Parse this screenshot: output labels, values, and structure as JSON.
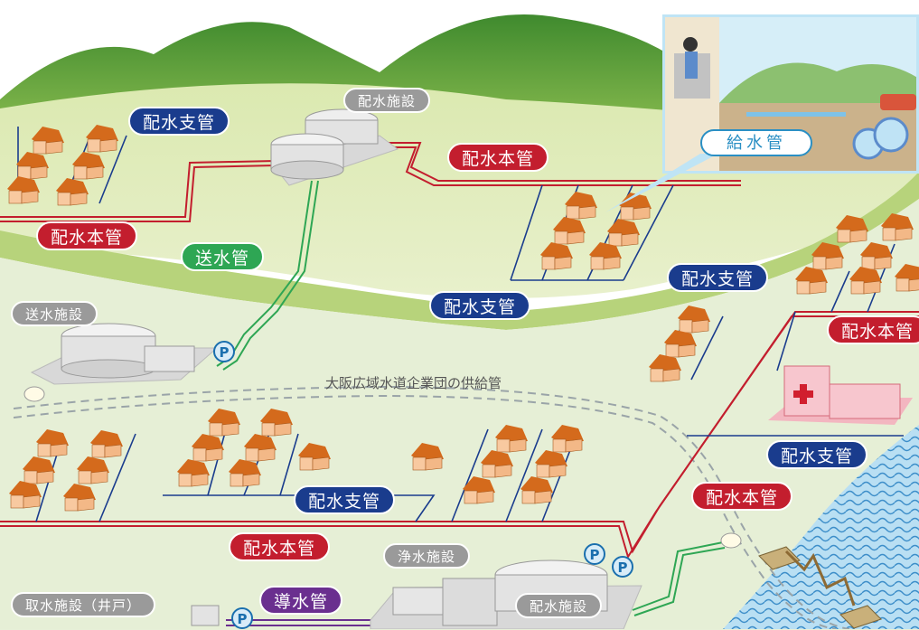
{
  "labels": {
    "haisui_shikan_1": "配水支管",
    "haisui_shisetsu_top": "配水施設",
    "haisui_honkan_1": "配水本管",
    "haisui_honkan_2": "配水本管",
    "sousuikan": "送水管",
    "sousui_shisetsu": "送水施設",
    "haisui_shikan_2": "配水支管",
    "haisui_shikan_3": "配水支管",
    "haisui_honkan_3": "配水本管",
    "supply_pipe": "大阪広域水道企業団の供給管",
    "haisui_shikan_4": "配水支管",
    "haisui_shikan_5": "配水支管",
    "haisui_honkan_4": "配水本管",
    "haisui_honkan_5": "配水本管",
    "jousui_shisetsu": "浄水施設",
    "dousuikan": "導水管",
    "shusui_shisetsu": "取水施設（井戸）",
    "haisui_shisetsu_bottom": "配水施設",
    "kyusuikan": "給水管"
  },
  "pump_label": "P",
  "colors": {
    "main_pipe": "#c31e2e",
    "branch_pipe": "#1a3c8d",
    "transmission_pipe": "#2ea654",
    "conduit_pipe": "#6a2f8f",
    "facility_label": "#9a9a9a"
  }
}
